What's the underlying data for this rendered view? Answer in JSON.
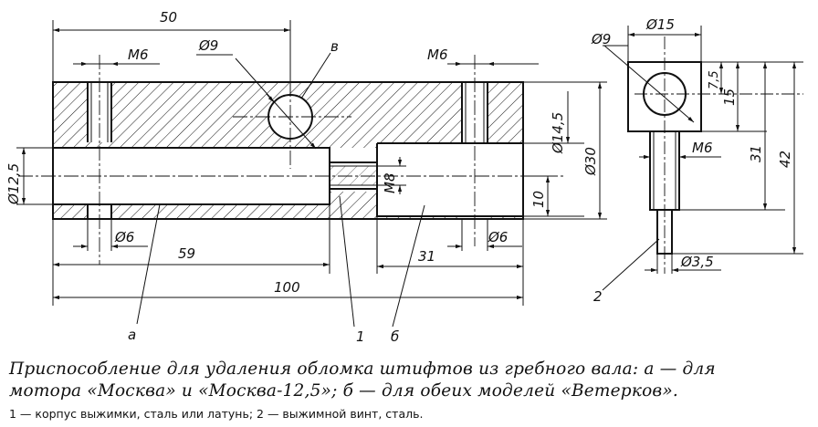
{
  "dimensions": {
    "length_50": "50",
    "thread_m6_top_left": "M6",
    "hole_dia_9": "Ø9",
    "label_v": "в",
    "thread_m6_top_right": "M6",
    "dia_14_5": "Ø14,5",
    "dia_30": "Ø30",
    "dia_12_5": "Ø12,5",
    "thread_m8": "M8",
    "size_10": "10",
    "dia_6_left": "Ø6",
    "dia_6_right": "Ø6",
    "length_59": "59",
    "length_31": "31",
    "length_100": "100",
    "label_a": "а",
    "label_1": "1",
    "label_b": "б"
  },
  "side_view": {
    "dia_15": "Ø15",
    "hole_dia_9": "Ø9",
    "size_7_5": "7,5",
    "size_15": "15",
    "thread_m6": "M6",
    "size_31": "31",
    "size_42": "42",
    "dia_3_5": "Ø3,5",
    "label_2": "2"
  },
  "caption": {
    "line1": "Приспособление для удаления обломка штифтов из гребного вала: а — для",
    "line2": "мотора «Москва» и «Москва-12,5»; б — для обеих моделей «Ветерков».",
    "line3": "1 — корпус выжимки, сталь или латунь; 2 — выжимной винт, сталь."
  }
}
